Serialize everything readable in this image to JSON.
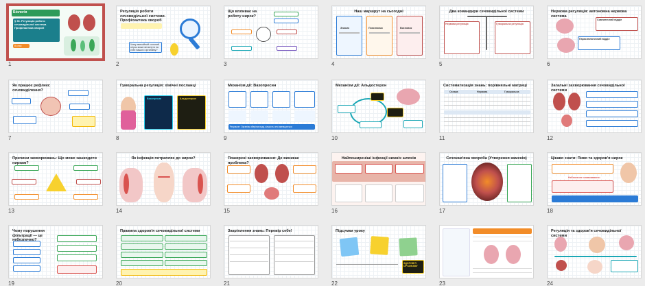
{
  "slides": [
    {
      "n": "1",
      "title": "Біологія",
      "subtitle": "§ 36. Регуляція роботи сечовидільної системи. Профілактика хвороб",
      "badge": "8 клас"
    },
    {
      "n": "2",
      "title": "Регуляція роботи сечовидільної системи. Профілактика хвороб",
      "q": "Чому звичайний солоний огірок може вплинути на стан нашого організму?"
    },
    {
      "n": "3",
      "title": "Що впливає на роботу нирок?"
    },
    {
      "n": "4",
      "title": "Наш маршрут на сьогодні",
      "items": [
        "Знаємо",
        "Пояснюємо",
        "Висновок"
      ]
    },
    {
      "n": "5",
      "title": "Два командири сечовидільної системи",
      "left": "Нервова регуляція",
      "right": "Гуморальна регуляція"
    },
    {
      "n": "6",
      "title": "Нервова регуляція: автономна нервова система",
      "a": "Симпатичний відділ",
      "b": "Парасимпатичний відділ"
    },
    {
      "n": "7",
      "title": "Як працює рефлекс сечовиділення?"
    },
    {
      "n": "8",
      "title": "Гуморальна регуляція: хімічні посланці",
      "a": "Вазопресин",
      "b": "Альдостерон"
    },
    {
      "n": "9",
      "title": "Механізм дії: Вазопресин",
      "foot": "Результат: Організм зберігає воду, кількість сечі зменшується"
    },
    {
      "n": "10",
      "title": "Механізм дії: Альдостерон"
    },
    {
      "n": "11",
      "title": "Систематизація знань: порівняльні матриці",
      "cols": [
        "Ознака",
        "Нервова",
        "Гуморальна"
      ]
    },
    {
      "n": "12",
      "title": "Загальні захворювання сечовидільної системи"
    },
    {
      "n": "13",
      "title": "Причини захворювань: Що може зашкодити ниркам?"
    },
    {
      "n": "14",
      "title": "Як інфекція потрапляє до нирок?"
    },
    {
      "n": "15",
      "title": "Поширені захворювання: Де виникає проблема?"
    },
    {
      "n": "16",
      "title": "Найпоширеніші інфекції нижніх шляхів"
    },
    {
      "n": "17",
      "title": "Сечокам'яна хвороба (Утворення каменів)"
    },
    {
      "n": "18",
      "title": "Цікаво знати: Пиво та здоров'я нирок",
      "warn": "Небезпечне зловживання:"
    },
    {
      "n": "19",
      "title": "Чому порушення фільтрації — це небезпечно?"
    },
    {
      "n": "20",
      "title": "Правила здоров'я сечовидільної системи"
    },
    {
      "n": "21",
      "title": "Закріплення знань: Перевір себе!"
    },
    {
      "n": "22",
      "title": "Підсумки уроку",
      "badge": "ЗДОРОВ'Я ОРГАНІЗМУ"
    },
    {
      "n": "23",
      "title": ""
    },
    {
      "n": "24",
      "title": "Регуляція та здоров'я сечовидільної системи"
    }
  ],
  "colors": {
    "selected": "#c0504d",
    "blue": "#2b7bd6",
    "teal": "#1aa7b5",
    "orange": "#f28c28",
    "green": "#3aa757",
    "red": "#d9534f",
    "yellow": "#f7d12e"
  }
}
